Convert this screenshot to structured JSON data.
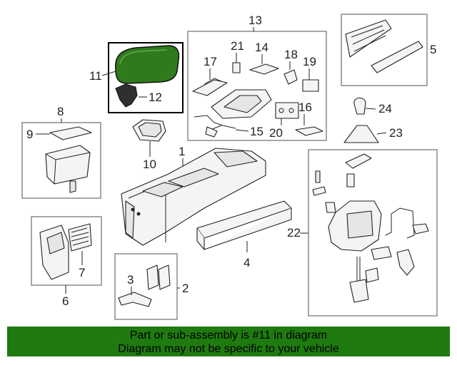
{
  "callouts": [
    "1",
    "2",
    "3",
    "4",
    "5",
    "6",
    "7",
    "8",
    "9",
    "10",
    "11",
    "12",
    "13",
    "14",
    "15",
    "16",
    "17",
    "18",
    "19",
    "20",
    "21",
    "22",
    "23",
    "24"
  ],
  "banner": {
    "line1": "Part or sub-assembly is #11 in diagram",
    "line2": "Diagram may not be specific to your vehicle"
  },
  "colors": {
    "banner_bg": "#1f7a10",
    "highlight_part": "#2f7a1c"
  }
}
